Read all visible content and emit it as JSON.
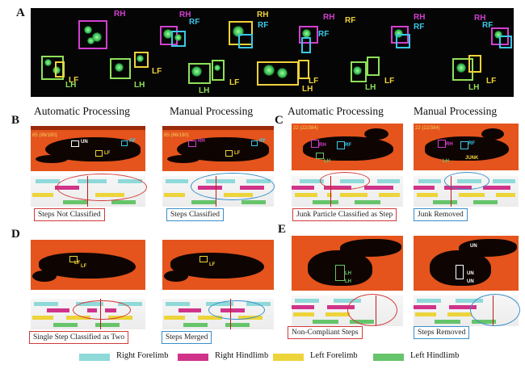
{
  "panels": {
    "a": {
      "letter": "A"
    },
    "b": {
      "letter": "B",
      "left_heading": "Automatic Processing",
      "right_heading": "Manual Processing",
      "left_caption": "Steps Not Classified",
      "right_caption": "Steps Classified",
      "left_counter": "85 (86/180)",
      "right_counter": "85 (86/180)"
    },
    "c": {
      "letter": "C",
      "left_heading": "Automatic Processing",
      "right_heading": "Manual Processing",
      "left_caption": "Junk Particle Classified as Step",
      "right_caption": "Junk Removed",
      "left_counter": "22 (22/384)",
      "right_counter": "22 (22/384)"
    },
    "d": {
      "letter": "D",
      "left_caption": "Single Step Classified as Two",
      "right_caption": "Steps Merged"
    },
    "e": {
      "letter": "E",
      "left_caption": "Non-Compliant Steps",
      "right_caption": "Steps Removed"
    }
  },
  "paw_labels": {
    "rh": "RH",
    "rf": "RF",
    "lh": "LH",
    "lf": "LF",
    "un": "UN",
    "junk": "JUNK"
  },
  "legend": [
    {
      "label": "Right Forelimb",
      "color": "#8fd9d9"
    },
    {
      "label": "Right Hindlimb",
      "color": "#d0338a"
    },
    {
      "label": "Left Forelimb",
      "color": "#ecd43a"
    },
    {
      "label": "Left Hindlimb",
      "color": "#66c46a"
    }
  ],
  "colors": {
    "rh": "#d23fd0",
    "rf": "#3ac8e6",
    "lh": "#8fe05a",
    "lf": "#f0d23a",
    "red": "#d33a3a",
    "blue": "#3a8fc8"
  }
}
